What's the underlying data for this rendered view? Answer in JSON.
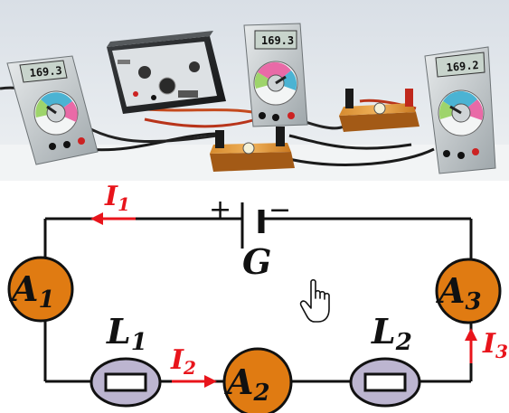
{
  "photo": {
    "meter_left_reading": "169.3",
    "meter_middle_reading": "169.3",
    "meter_right_reading": "169.2"
  },
  "diagram": {
    "generator_label": "G",
    "plus_sign": "+",
    "minus_sign": "−",
    "ammeters": [
      {
        "letter": "A",
        "index": "1"
      },
      {
        "letter": "A",
        "index": "2"
      },
      {
        "letter": "A",
        "index": "3"
      }
    ],
    "lamps": [
      {
        "letter": "L",
        "index": "1"
      },
      {
        "letter": "L",
        "index": "2"
      }
    ],
    "currents": [
      {
        "letter": "I",
        "index": "1"
      },
      {
        "letter": "I",
        "index": "2"
      },
      {
        "letter": "I",
        "index": "3"
      }
    ]
  },
  "colors": {
    "ammeter_fill": "#e07b12",
    "current_arrow": "#e8141b",
    "lamp_fill": "#bcb5d0",
    "wire": "#111111"
  },
  "cursor_icon": "hand-pointer-icon"
}
